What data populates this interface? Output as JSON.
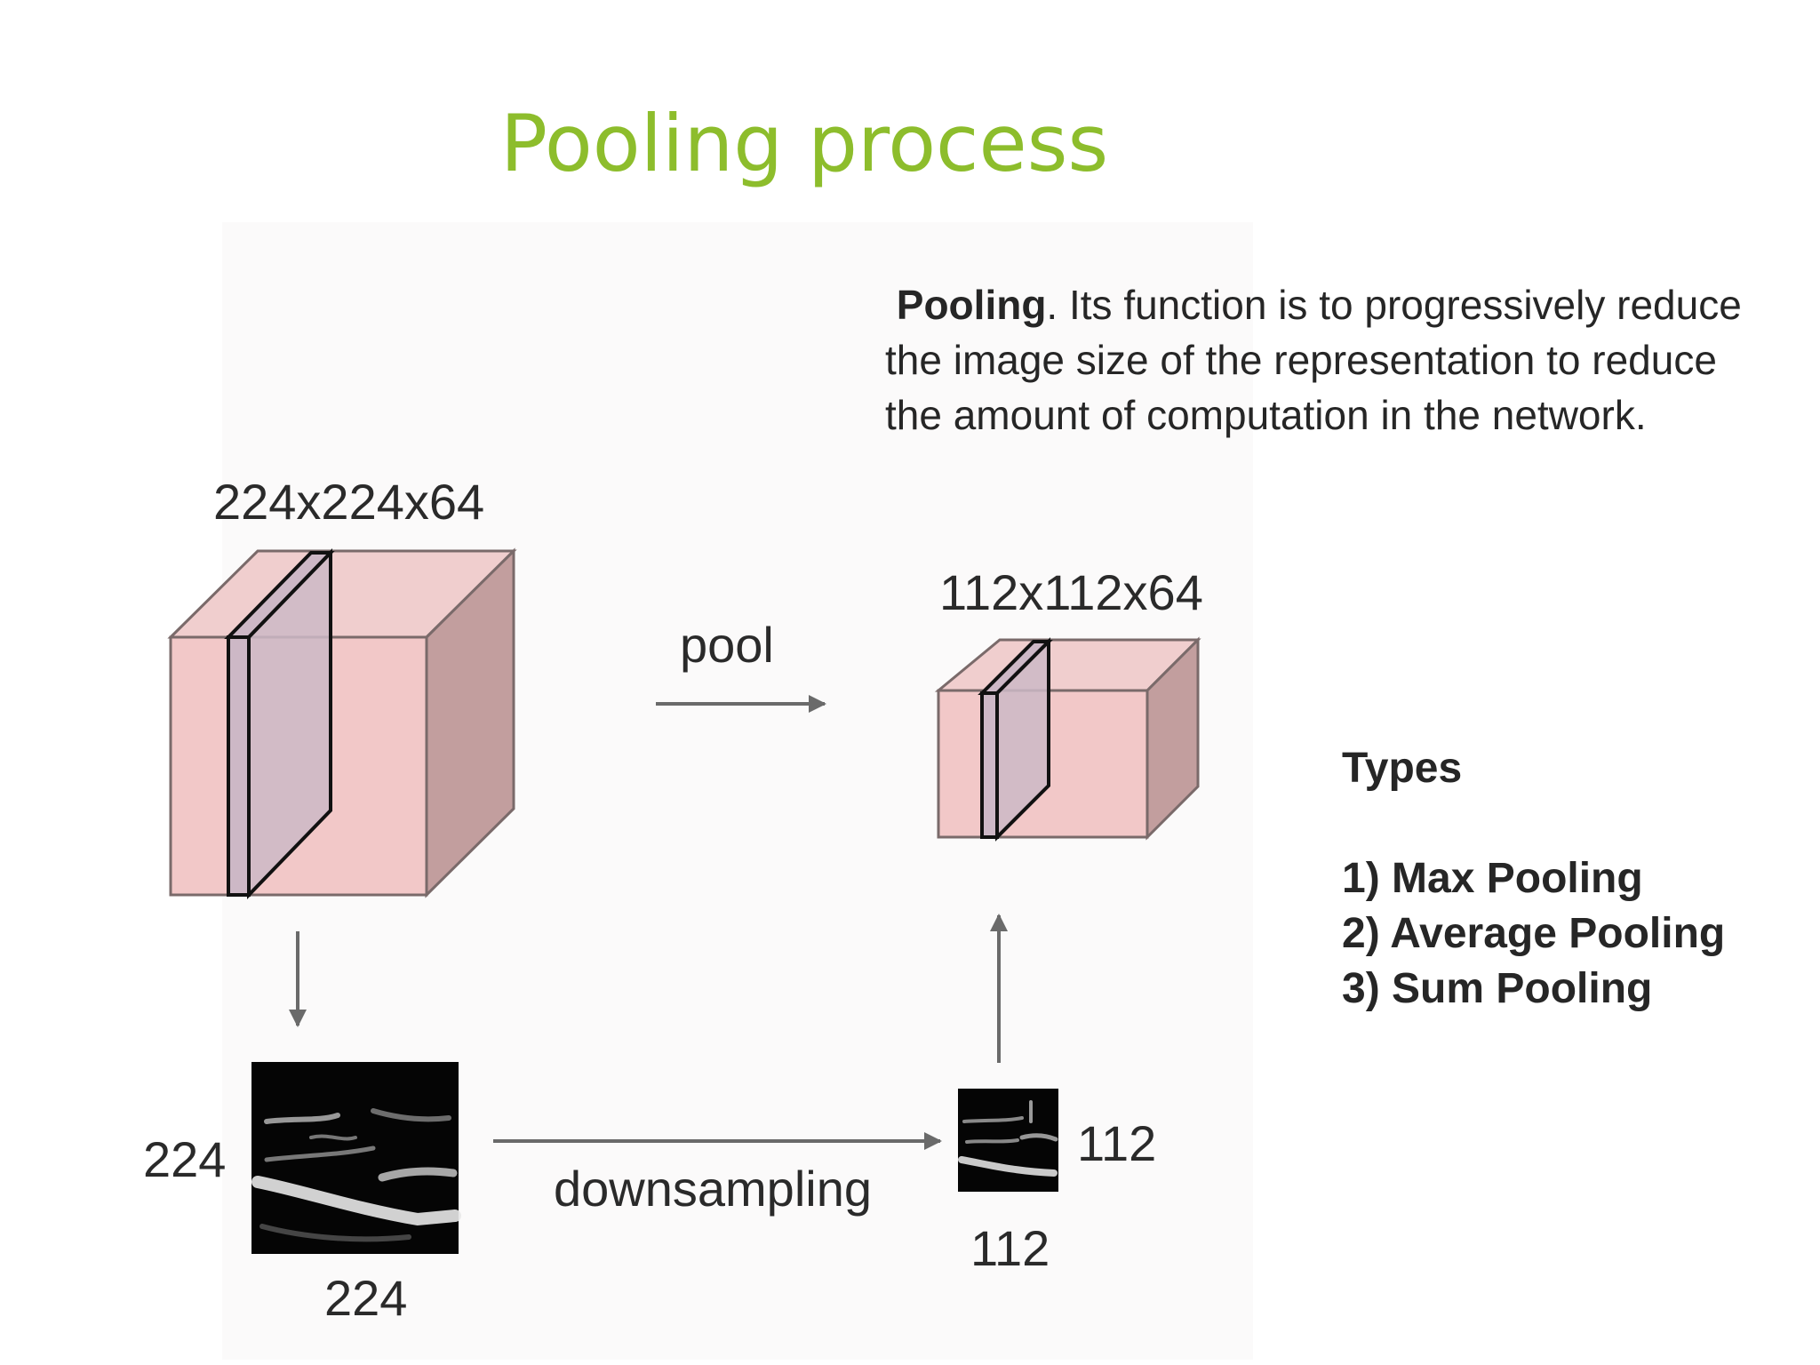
{
  "slide": {
    "title": "Pooling process",
    "title_color": "#8dbd2c",
    "description": {
      "bold_lead": "Pooling",
      "text": ". Its function is to progressively reduce the image size of the representation to reduce the amount of computation in the network."
    },
    "types": {
      "heading": "Types",
      "items": [
        "1) Max Pooling",
        "2) Average Pooling",
        "3) Sum Pooling"
      ]
    }
  },
  "diagram": {
    "input_volume_label": "224x224x64",
    "output_volume_label": "112x112x64",
    "pool_label": "pool",
    "downsampling_label": "downsampling",
    "input_slice_height_label": "224",
    "input_slice_width_label": "224",
    "output_slice_height_label": "112",
    "output_slice_width_label": "112",
    "colors": {
      "volume_front": "#f2c8c8",
      "volume_top": "#f0cece",
      "volume_side": "#c29e9e",
      "slice": "#cdb8c6",
      "arrow": "#6a6a6a"
    }
  }
}
